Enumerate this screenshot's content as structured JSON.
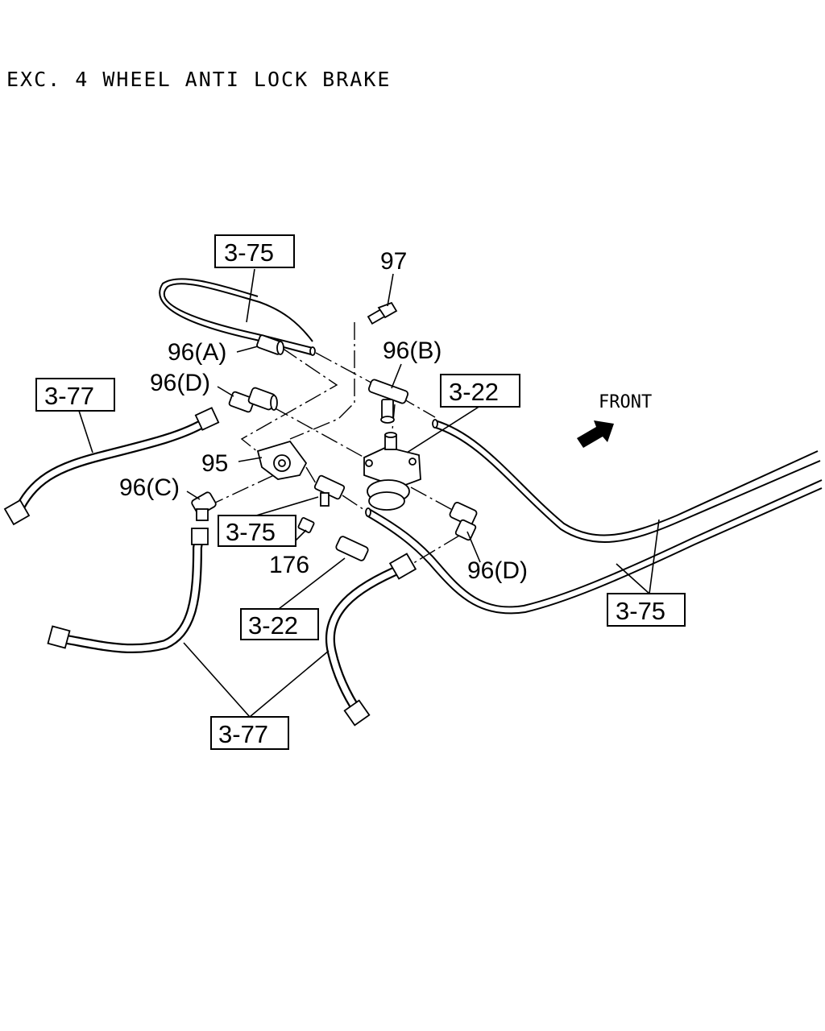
{
  "title": "EXC. 4 WHEEL ANTI LOCK BRAKE",
  "front_label": "FRONT",
  "icons": {
    "front_arrow": "front-arrow-icon"
  },
  "callouts": {
    "p97": "97",
    "p96a": "96(A)",
    "p96b": "96(B)",
    "p96c": "96(C)",
    "p96d_left": "96(D)",
    "p96d_right": "96(D)",
    "p95": "95",
    "p176": "176"
  },
  "refs": {
    "r375_top": "3-75",
    "r377_left": "3-77",
    "r322_top": "3-22",
    "r375_mid": "3-75",
    "r322_bottom": "3-22",
    "r375_right": "3-75",
    "r377_bottom": "3-77"
  }
}
